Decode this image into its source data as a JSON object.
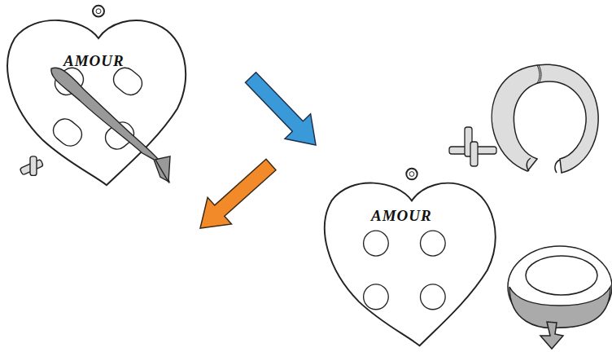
{
  "diagram": {
    "nodes": [
      {
        "text": [
          "AMOUR"
        ]
      },
      {
        "text": [
          "AMOUR"
        ]
      }
    ],
    "edges": [
      {
        "from": 0,
        "to": 1,
        "arrow": "to"
      },
      {
        "from": 1,
        "to": 0,
        "arrow": "to"
      }
    ]
  }
}
